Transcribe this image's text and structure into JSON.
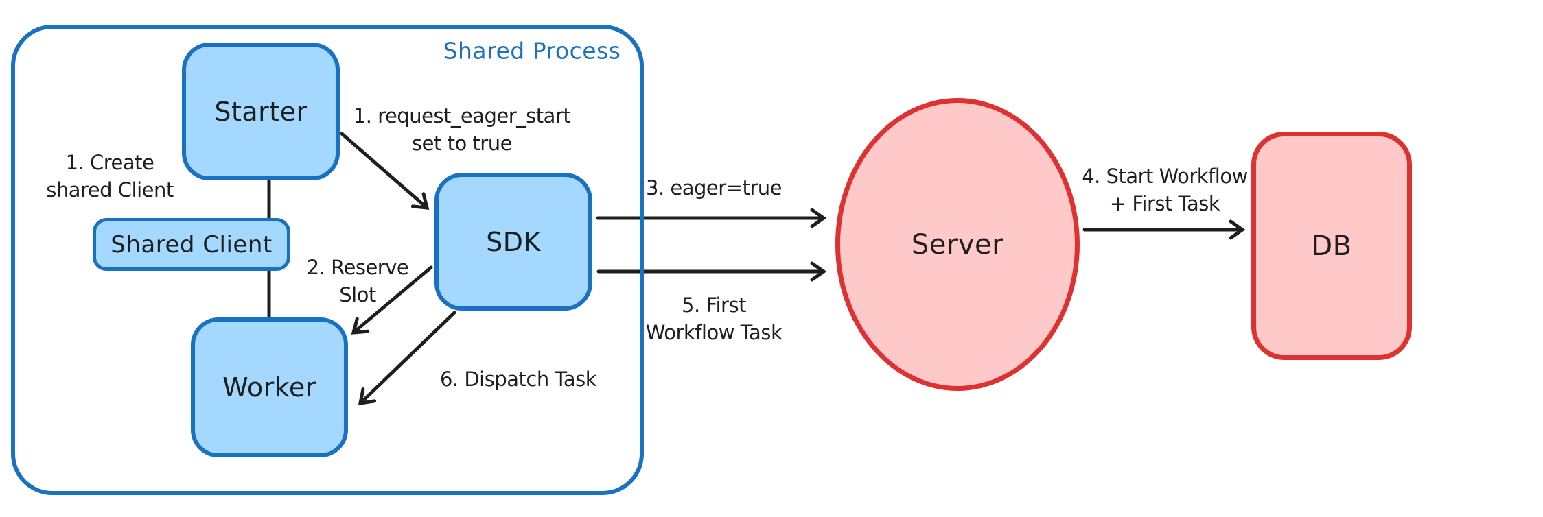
{
  "diagram_title": "Shared Process eager workflow start diagram",
  "container": {
    "label": "Shared Process"
  },
  "nodes": {
    "starter": {
      "label": "Starter"
    },
    "shared_client": {
      "label": "Shared Client"
    },
    "worker": {
      "label": "Worker"
    },
    "sdk": {
      "label": "SDK"
    },
    "server": {
      "label": "Server"
    },
    "db": {
      "label": "DB"
    }
  },
  "annotations": {
    "step1_create": {
      "line1": "1. Create",
      "line2": "shared Client"
    },
    "step1_request": {
      "line1": "1. request_eager_start",
      "line2": "set to true"
    },
    "step2_reserve": {
      "line1": "2. Reserve",
      "line2": "Slot"
    },
    "step3_eager": {
      "line1": "3. eager=true"
    },
    "step4_start": {
      "line1": "4. Start Workflow",
      "line2": "+ First Task"
    },
    "step5_first": {
      "line1": "5. First",
      "line2": "Workflow Task"
    },
    "step6_dispatch": {
      "line1": "6. Dispatch Task"
    }
  },
  "colors": {
    "blue_stroke": "#1971c2",
    "blue_fill": "#a5d8ff",
    "red_stroke": "#e03131",
    "red_fill": "#ffc9c9",
    "ink": "#1e1e1e",
    "bg": "#ffffff"
  }
}
